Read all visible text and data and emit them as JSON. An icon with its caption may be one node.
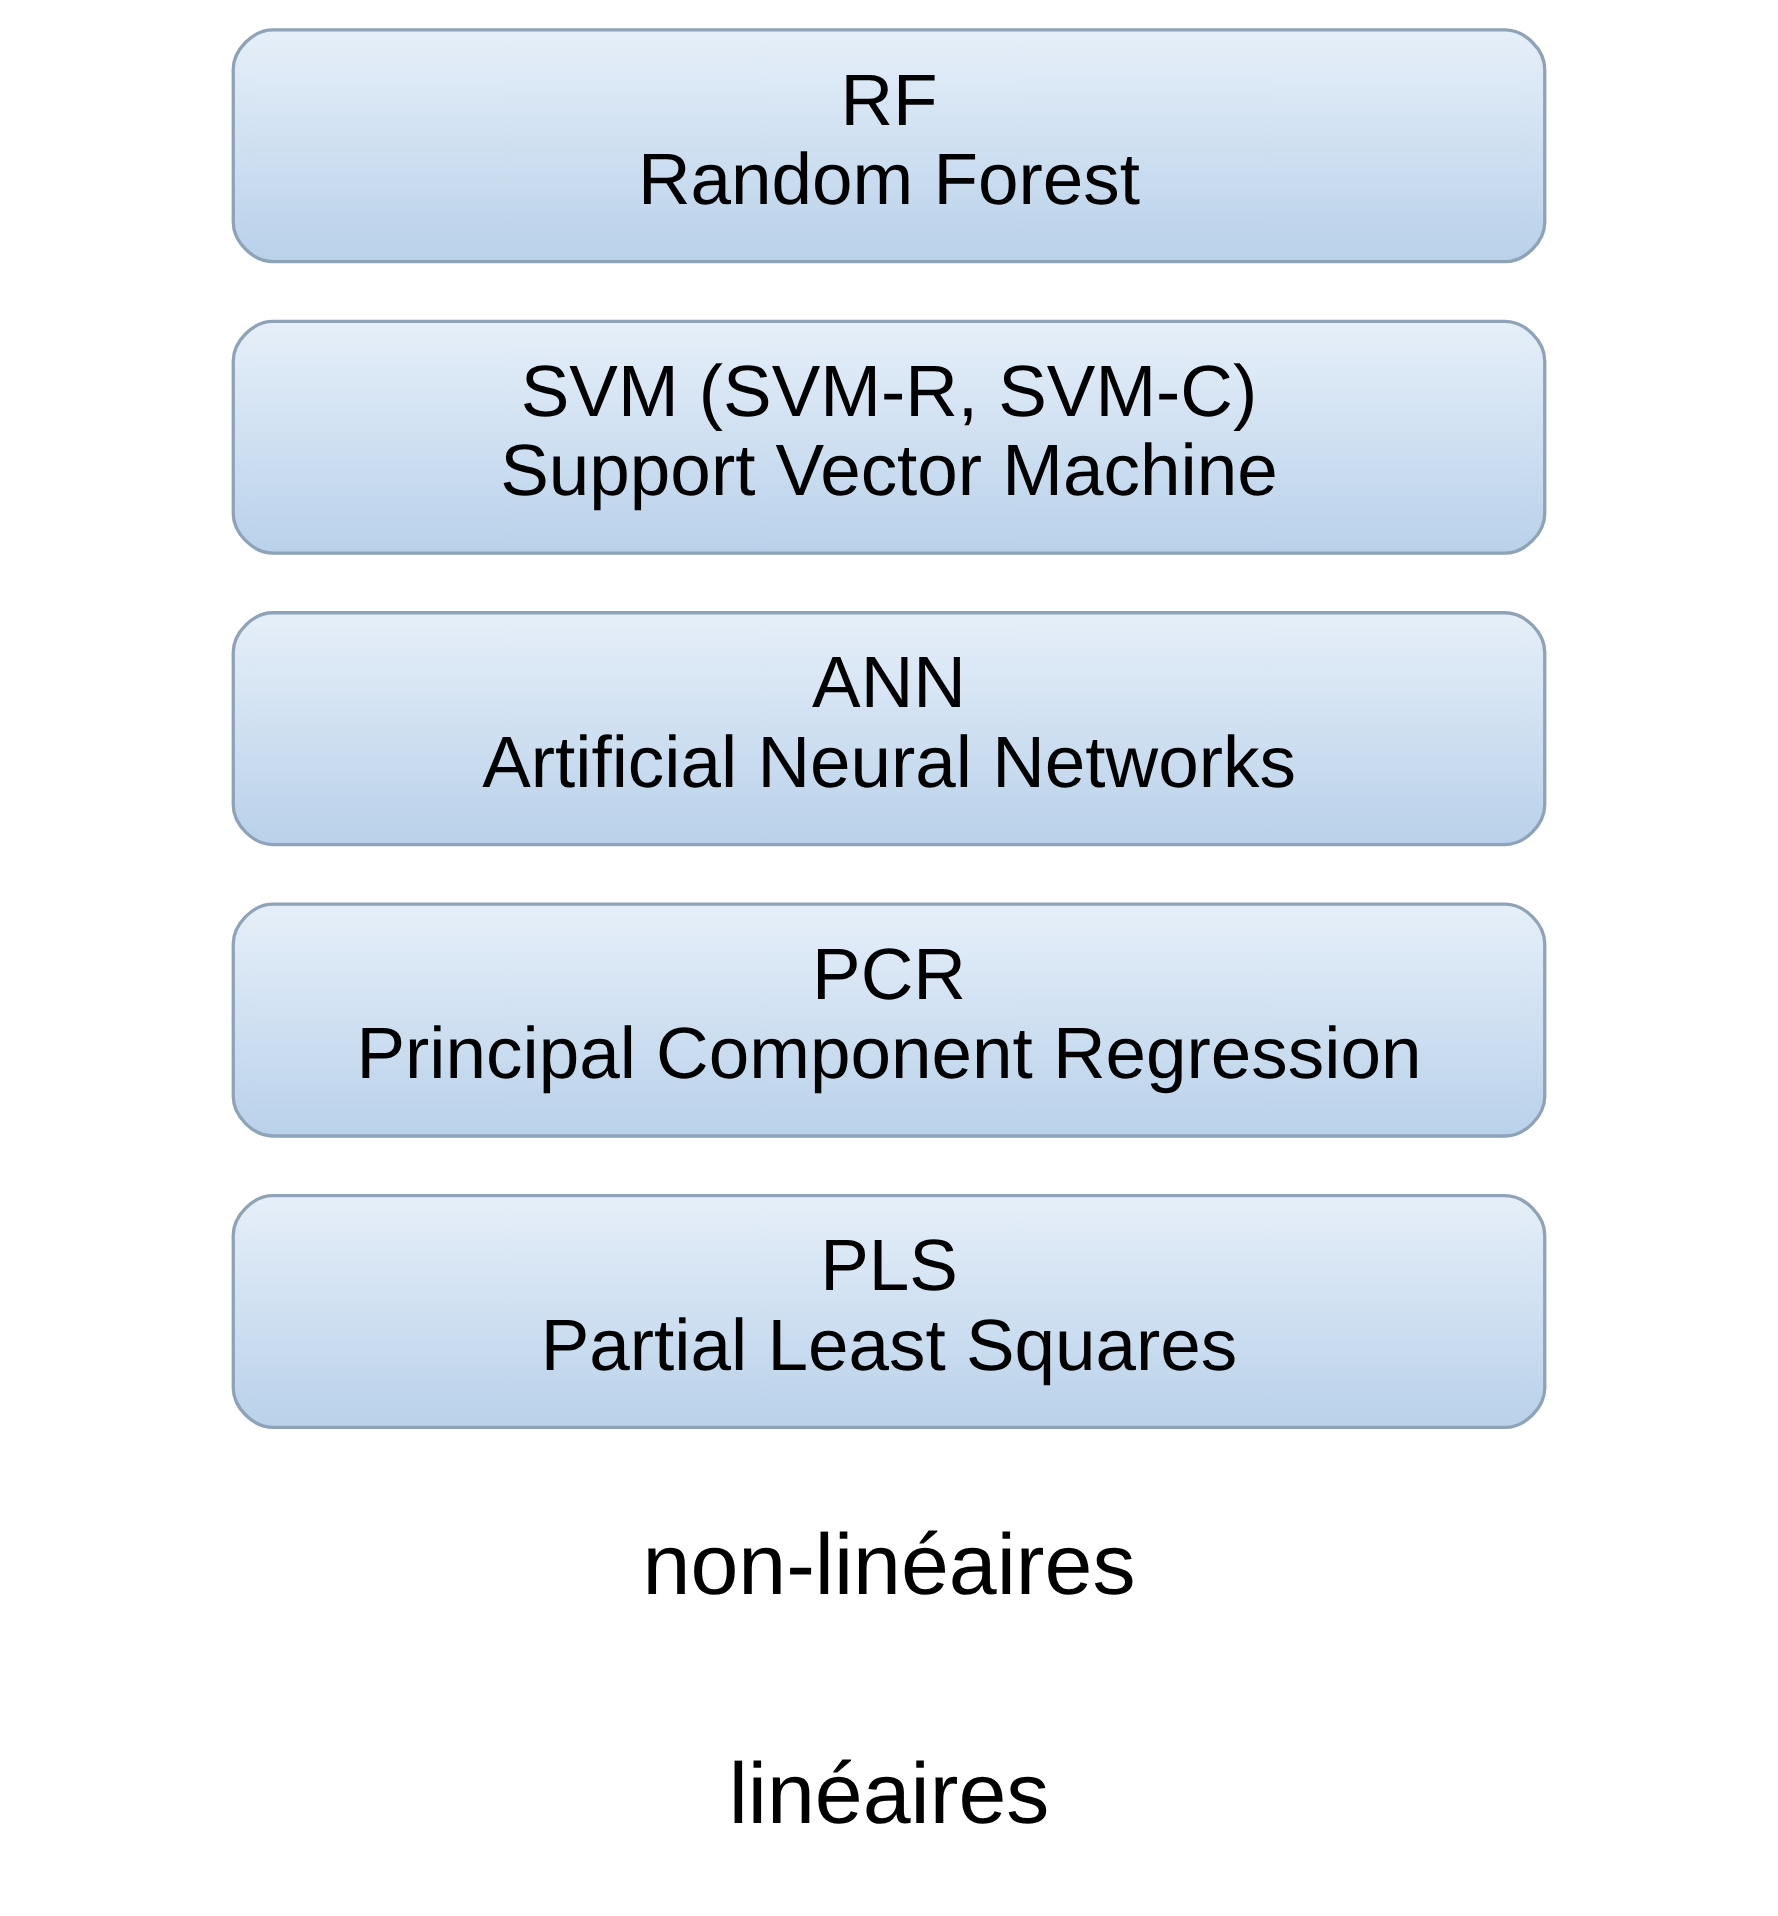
{
  "diagram": {
    "nodes": [
      {
        "text": [
          "PLS",
          "Partial Least Squares"
        ]
      },
      {
        "text": [
          "PCR",
          "Principal Component Regression"
        ]
      },
      {
        "text": [
          "ANN",
          "Artificial Neural Networks"
        ]
      },
      {
        "text": [
          "SVM (SVM-R, SVM-C)",
          "Support Vector Machine"
        ]
      },
      {
        "text": [
          "RF",
          "Random Forest"
        ]
      }
    ],
    "edges": [],
    "labels": [
      "linéaires",
      "non-linéaires"
    ]
  }
}
